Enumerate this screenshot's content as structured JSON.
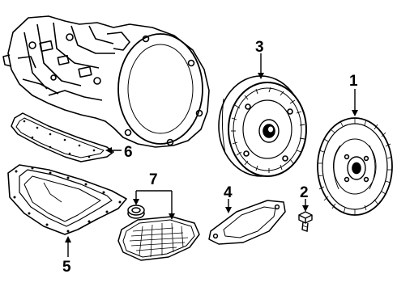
{
  "callouts": {
    "flywheel": "1",
    "bolt": "2",
    "torque_converter": "3",
    "filter_gasket": "4",
    "oil_pan": "5",
    "pan_gasket": "6",
    "filter_assembly": "7"
  },
  "colors": {
    "ink": "#000000",
    "paper": "#ffffff"
  }
}
